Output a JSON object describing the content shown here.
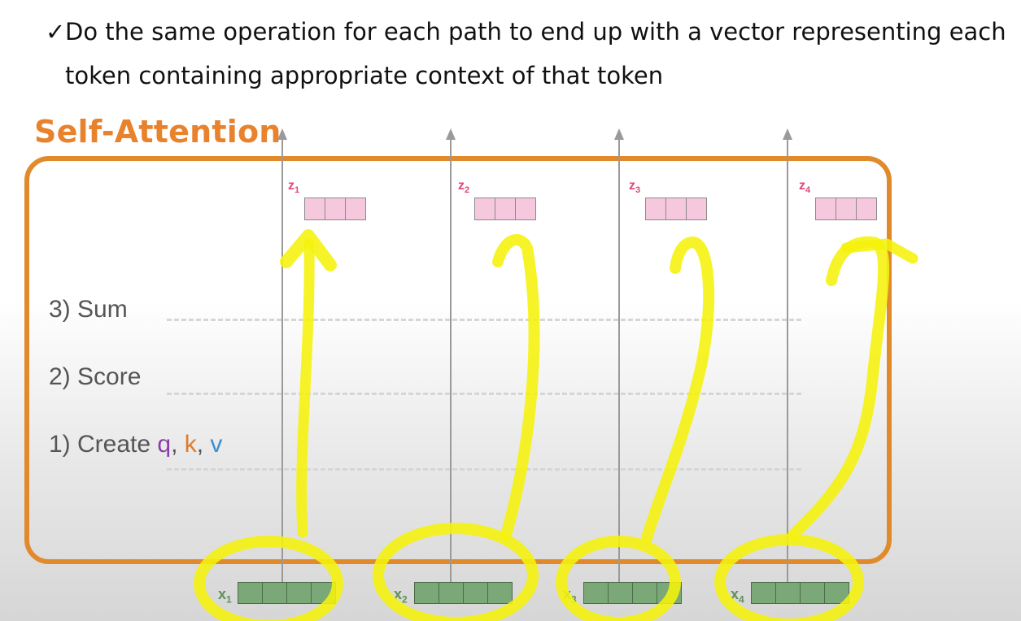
{
  "bullet": {
    "check": "✓",
    "line1": "Do the same operation for each path to end up with a vector representing each",
    "line2": "token containing appropriate context of that token"
  },
  "diagram": {
    "title": "Self-Attention",
    "steps": {
      "sum": "3) Sum",
      "score": "2) Score",
      "create_prefix": "1) Create ",
      "q": "q",
      "sep1": ", ",
      "k": "k",
      "sep2": ", ",
      "v": "v"
    },
    "outputs": [
      {
        "letter": "z",
        "sub": "1"
      },
      {
        "letter": "z",
        "sub": "2"
      },
      {
        "letter": "z",
        "sub": "3"
      },
      {
        "letter": "z",
        "sub": "4"
      }
    ],
    "inputs": [
      {
        "letter": "x",
        "sub": "1"
      },
      {
        "letter": "x",
        "sub": "2"
      },
      {
        "letter": "x",
        "sub": "3"
      },
      {
        "letter": "x",
        "sub": "4"
      }
    ]
  },
  "colors": {
    "title_orange": "#e8822c",
    "frame_orange": "#e08a2c",
    "output_pink": "#f6c8dd",
    "input_green": "#7aa877",
    "highlight_yellow": "#f5f20a",
    "q_purple": "#8a3fa8",
    "k_orange": "#e07b2c",
    "v_blue": "#3a8fd0"
  }
}
